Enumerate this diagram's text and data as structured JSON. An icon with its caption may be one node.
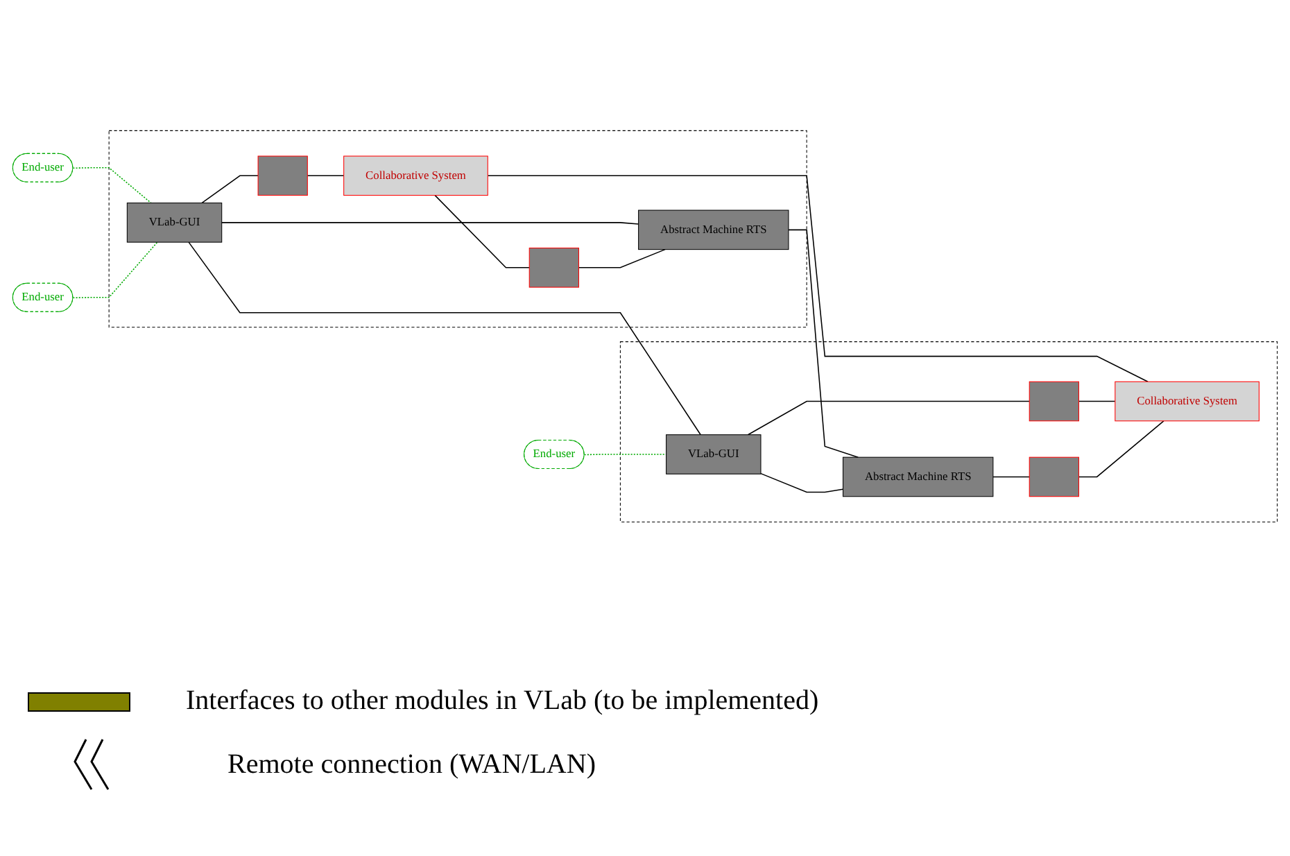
{
  "diagram": {
    "nodes": [
      {
        "text": [],
        "shape": "box"
      },
      {
        "text": [
          "End-user"
        ]
      },
      {
        "text": [
          "End-user"
        ]
      },
      {
        "text": [
          "VLab-GUI"
        ],
        "in": 0
      },
      {
        "text": [],
        "shape": "bar",
        "in": 0
      },
      {
        "text": [
          "Collaborative System"
        ],
        "in": 0
      },
      {
        "text": [],
        "shape": "bar",
        "in": 0
      },
      {
        "text": [
          "Abstract Machine RTS"
        ],
        "in": 0
      },
      {
        "text": [],
        "shape": "box"
      },
      {
        "text": [
          "End-user"
        ]
      },
      {
        "text": [
          "VLab-GUI"
        ],
        "in": 8
      },
      {
        "text": [],
        "shape": "bar",
        "in": 8
      },
      {
        "text": [
          "Abstract Machine RTS"
        ],
        "in": 8
      },
      {
        "text": [],
        "shape": "bar",
        "in": 8
      },
      {
        "text": [
          "Collaborative System"
        ],
        "in": 8
      }
    ],
    "edges": [
      {
        "from": 1,
        "to": 3,
        "arrow": "none",
        "style": "dashed",
        "color": "#00aa00"
      },
      {
        "from": 2,
        "to": 3,
        "arrow": "none",
        "style": "dashed",
        "color": "#00aa00"
      },
      {
        "from": 9,
        "to": 10,
        "arrow": "none",
        "style": "dashed",
        "color": "#00aa00"
      },
      {
        "from": 3,
        "to": 4,
        "arrow": "none"
      },
      {
        "from": 4,
        "to": 5,
        "arrow": "none"
      },
      {
        "from": 3,
        "to": 7,
        "arrow": "none"
      },
      {
        "from": 5,
        "to": 6,
        "arrow": "none"
      },
      {
        "from": 6,
        "to": 7,
        "arrow": "none"
      },
      {
        "from": 3,
        "to": 10,
        "arrow": "none"
      },
      {
        "from": 7,
        "to": 12,
        "arrow": "none"
      },
      {
        "from": 5,
        "to": 14,
        "arrow": "none"
      },
      {
        "from": 10,
        "to": 12,
        "arrow": "none"
      },
      {
        "from": 10,
        "to": 11,
        "arrow": "none"
      },
      {
        "from": 11,
        "to": 14,
        "arrow": "none"
      },
      {
        "from": 12,
        "to": 13,
        "arrow": "none"
      },
      {
        "from": 13,
        "to": 14,
        "arrow": "none"
      }
    ],
    "legend": [
      {
        "text": "Interfaces to other modules in VLab (to be implemented)",
        "color": "#808000"
      },
      {
        "text": "Remote connection (WAN/LAN)"
      }
    ]
  }
}
